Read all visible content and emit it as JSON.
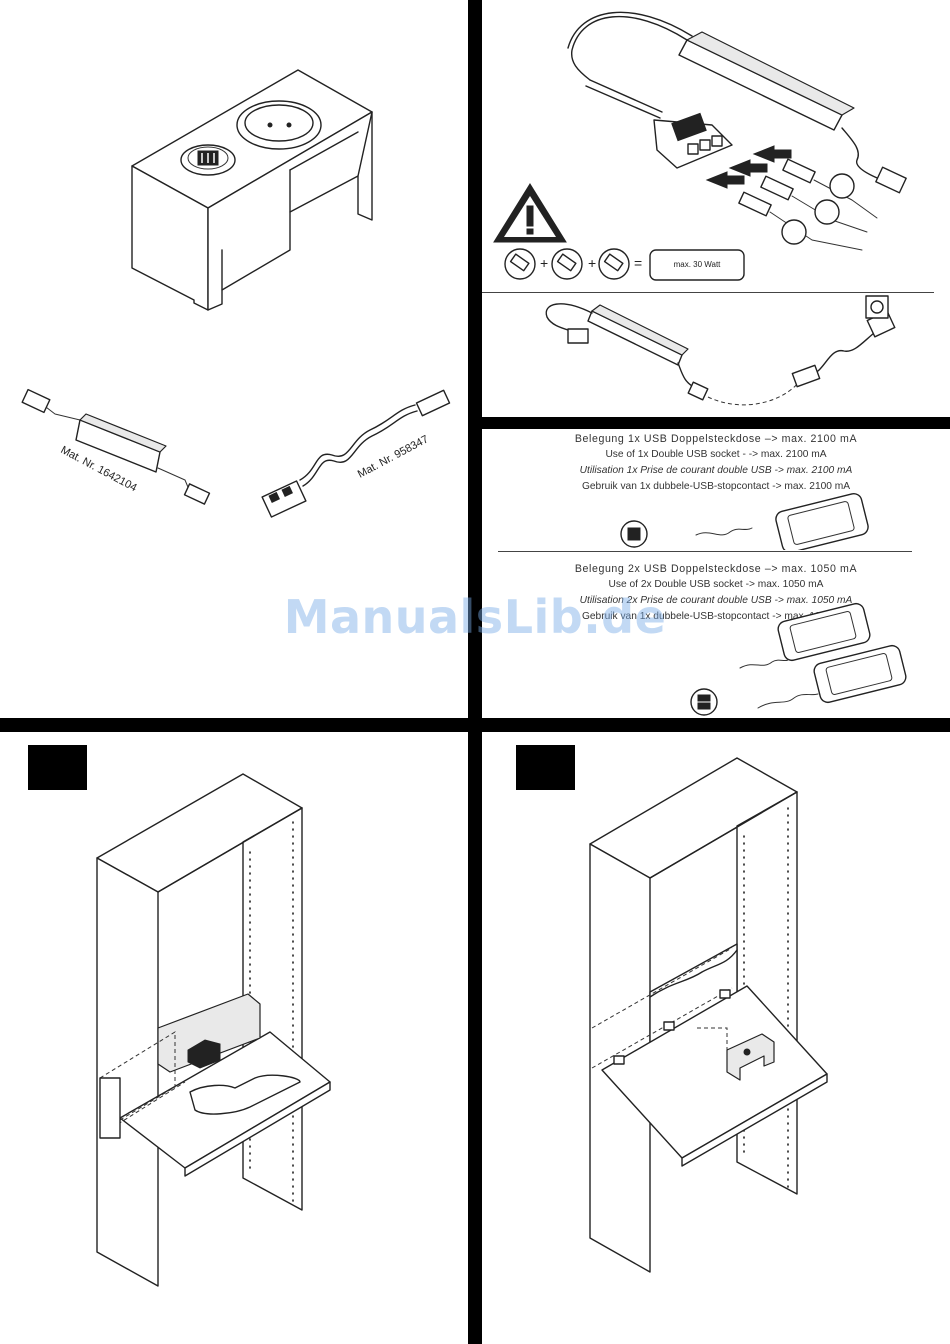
{
  "parts": {
    "driver_label": "Mat. Nr. 1642104",
    "cable_label": "Mat. Nr. 958347"
  },
  "diagram": {
    "power_limit": "max. 30 Watt"
  },
  "usage_single": {
    "de": "Belegung 1x USB Doppelsteckdose  –> max. 2100 mA",
    "en": "Use of 1x Double USB socket - -> max. 2100 mA",
    "fr": "Utilisation 1x Prise de courant double USB -> max. 2100 mA",
    "nl": "Gebruik van 1x dubbele-USB-stopcontact -> max. 2100 mA"
  },
  "usage_double": {
    "de": "Belegung 2x USB Doppelsteckdose  –> max. 1050 mA",
    "en": "Use of 2x Double USB socket  -> max. 1050 mA",
    "fr": "Utilisation 2x Prise de courant double USB -> max. 1050 mA",
    "nl": "Gebruik van 1x dubbele-USB-stopcontact -> max. 1050 mA"
  },
  "watermark": "ManualsLib.de"
}
